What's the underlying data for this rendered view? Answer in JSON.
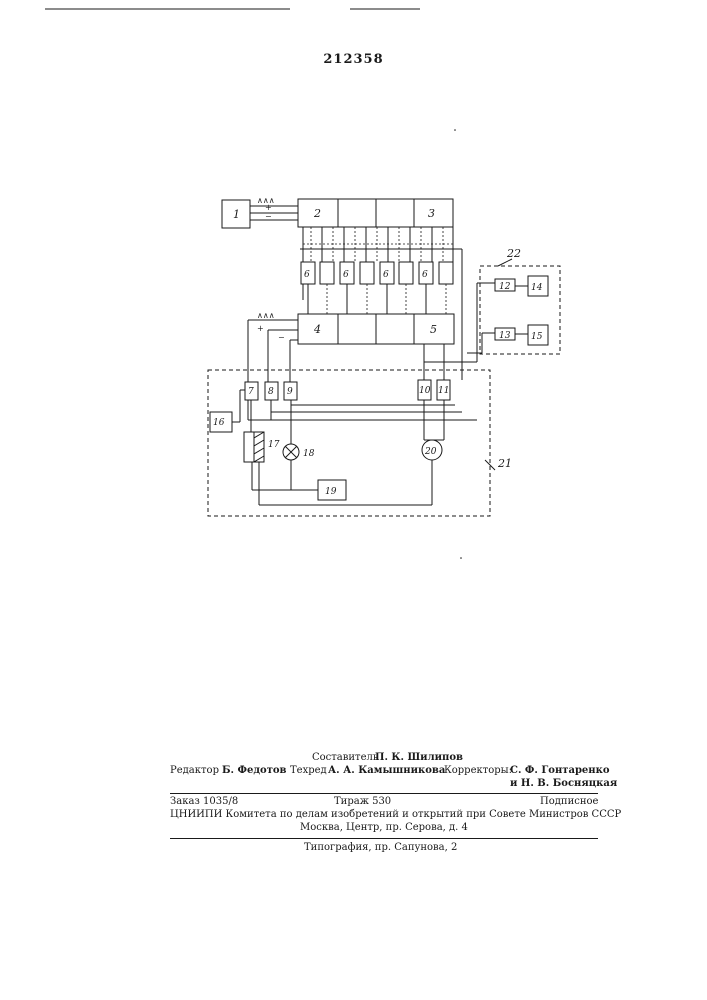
{
  "header": {
    "patent_number": "212358"
  },
  "diagram": {
    "blocks": {
      "b1": "1",
      "b2": "2",
      "b3": "3",
      "b4": "4",
      "b5": "5",
      "b6": "6",
      "b7": "7",
      "b8": "8",
      "b9": "9",
      "b10": "10",
      "b11": "11",
      "b12": "12",
      "b13": "13",
      "b14": "14",
      "b15": "15",
      "b16": "16",
      "b17": "17",
      "b18": "18",
      "b19": "19",
      "b20": "20",
      "b21": "21",
      "b22": "22"
    },
    "signs": {
      "wave": "∧∧∧",
      "plus": "+",
      "minus": "−"
    }
  },
  "footer": {
    "compiler_label": "Составитель",
    "compiler_name": "П. К. Шилипов",
    "editor_label": "Редактор",
    "editor_name": "Б. Федотов",
    "techred_label": "Техред",
    "techred_name": "А. А. Камышникова",
    "correctors_label": "Корректоры:",
    "corrector_1": "С. Ф. Гонтаренко",
    "corrector_2": "и Н. В. Босняцкая",
    "order": "Заказ 1035/8",
    "circulation": "Тираж 530",
    "subscription": "Подписное",
    "org_line": "ЦНИИПИ Комитета по делам изобретений и открытий при Совете Министров СССР",
    "address": "Москва, Центр, пр. Серова, д. 4",
    "printer": "Типография, пр. Сапунова, 2"
  }
}
